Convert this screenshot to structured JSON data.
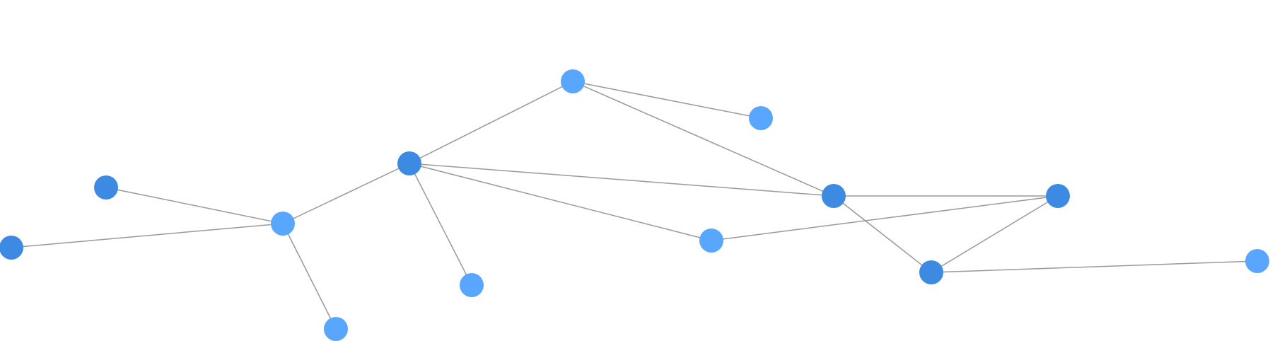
{
  "diagram": {
    "type": "network-graph",
    "node_colors": {
      "dark": "#3d8ae3",
      "light": "#58a6ff"
    },
    "edge_color": "#999999",
    "nodes": [
      {
        "id": "n1",
        "shade": "light"
      },
      {
        "id": "n2",
        "shade": "dark"
      },
      {
        "id": "n3",
        "shade": "dark"
      },
      {
        "id": "n4",
        "shade": "light"
      },
      {
        "id": "n5",
        "shade": "dark"
      },
      {
        "id": "n6",
        "shade": "light"
      },
      {
        "id": "n7",
        "shade": "dark"
      },
      {
        "id": "n8",
        "shade": "light"
      },
      {
        "id": "n9",
        "shade": "light"
      },
      {
        "id": "n10",
        "shade": "light"
      },
      {
        "id": "n11",
        "shade": "dark"
      },
      {
        "id": "n12",
        "shade": "dark"
      },
      {
        "id": "n13",
        "shade": "light"
      }
    ],
    "edges": [
      {
        "source": "n1",
        "target": "n2"
      },
      {
        "source": "n1",
        "target": "n3"
      },
      {
        "source": "n1",
        "target": "n4"
      },
      {
        "source": "n2",
        "target": "n9"
      },
      {
        "source": "n2",
        "target": "n6"
      },
      {
        "source": "n2",
        "target": "n10"
      },
      {
        "source": "n5",
        "target": "n6"
      },
      {
        "source": "n7",
        "target": "n6"
      },
      {
        "source": "n8",
        "target": "n6"
      },
      {
        "source": "n3",
        "target": "n12"
      },
      {
        "source": "n12",
        "target": "n11"
      },
      {
        "source": "n11",
        "target": "n3"
      },
      {
        "source": "n11",
        "target": "n13"
      },
      {
        "source": "n2",
        "target": "n3"
      },
      {
        "source": "n10",
        "target": "n12"
      }
    ]
  }
}
